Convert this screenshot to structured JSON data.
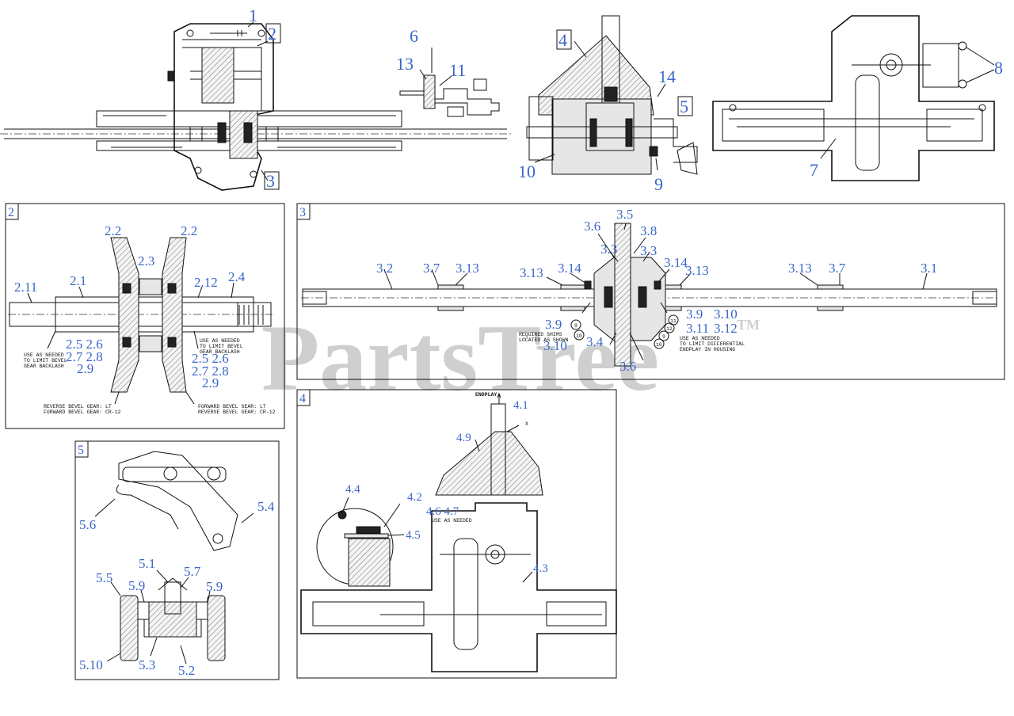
{
  "watermark": "PartsTree",
  "watermark_tm": "TM",
  "top_callouts": {
    "c1": "1",
    "c2": "2",
    "c3": "3",
    "c4": "4",
    "c5": "5",
    "c6": "6",
    "c7": "7",
    "c8": "8",
    "c9": "9",
    "c10": "10",
    "c11": "11",
    "c13": "13",
    "c14": "14"
  },
  "panel2": {
    "tag": "2",
    "l2_2a": "2.2",
    "l2_2b": "2.2",
    "l2_3": "2.3",
    "l2_1": "2.1",
    "l2_11": "2.11",
    "l2_12": "2.12",
    "l2_4": "2.4",
    "groupL_1": "2.5 2.6",
    "groupL_2": "2.7 2.8",
    "groupL_3": "2.9",
    "groupR_1": "2.5 2.6",
    "groupR_2": "2.7 2.8",
    "groupR_3": "2.9",
    "noteL_1": "USE AS NEEDED",
    "noteL_2": "TO LIMIT BEVEL",
    "noteL_3": "GEAR BACKLASH",
    "noteR_1": "USE AS NEEDED",
    "noteR_2": "TO LIMIT BEVEL",
    "noteR_3": "GEAR BACKLASH",
    "gearL_1": "REVERSE BEVEL GEAR: LT",
    "gearL_2": "FORWARD BEVEL GEAR: CR-12",
    "gearR_1": "FORWARD BEVEL GEAR: LT",
    "gearR_2": "REVERSE BEVEL GEAR: CR-12"
  },
  "panel3": {
    "tag": "3",
    "l3_2": "3.2",
    "l3_7a": "3.7",
    "l3_13a": "3.13",
    "l3_13b": "3.13",
    "l3_14a": "3.14",
    "l3_6a": "3.6",
    "l3_5": "3.5",
    "l3_8": "3.8",
    "l3_3a": "3.3",
    "l3_3b": "3.3",
    "l3_14b": "3.14",
    "l3_13c": "3.13",
    "l3_13d": "3.13",
    "l3_7b": "3.7",
    "l3_1": "3.1",
    "l3_9a": "3.9",
    "l3_10a": "3.10",
    "l3_4": "3.4",
    "l3_6b": "3.6",
    "l3_9b": "3.9",
    "l3_10b": "3.10",
    "l3_11": "3.11",
    "l3_12": "3.12",
    "noteA_1": "REQUIRED SHIMS",
    "noteA_2": "LOCATED AS SHOWN",
    "noteB_1": "USE AS NEEDED",
    "noteB_2": "TO LIMIT DIFFERENTIAL",
    "noteB_3": "ENDPLAY IN HOUSING",
    "circ9": "9",
    "circ10": "10",
    "circ11": "11",
    "circ12": "12",
    "circ9b": "9",
    "circ10b": "10"
  },
  "panel4": {
    "tag": "4",
    "endplay": "ENDPLAY",
    "x": "X",
    "l4_1": "4.1",
    "l4_9": "4.9",
    "l4_4": "4.4",
    "l4_2": "4.2",
    "l4_67": "4.6 4.7",
    "l4_5": "4.5",
    "l4_3": "4.3",
    "note": "USE AS NEEDED",
    "circ": "4.6 4.7"
  },
  "panel5": {
    "tag": "5",
    "l5_6": "5.6",
    "l5_4": "5.4",
    "l5_1": "5.1",
    "l5_7": "5.7",
    "l5_5": "5.5",
    "l5_9a": "5.9",
    "l5_9b": "5.9",
    "l5_10": "5.10",
    "l5_3": "5.3",
    "l5_2": "5.2"
  }
}
